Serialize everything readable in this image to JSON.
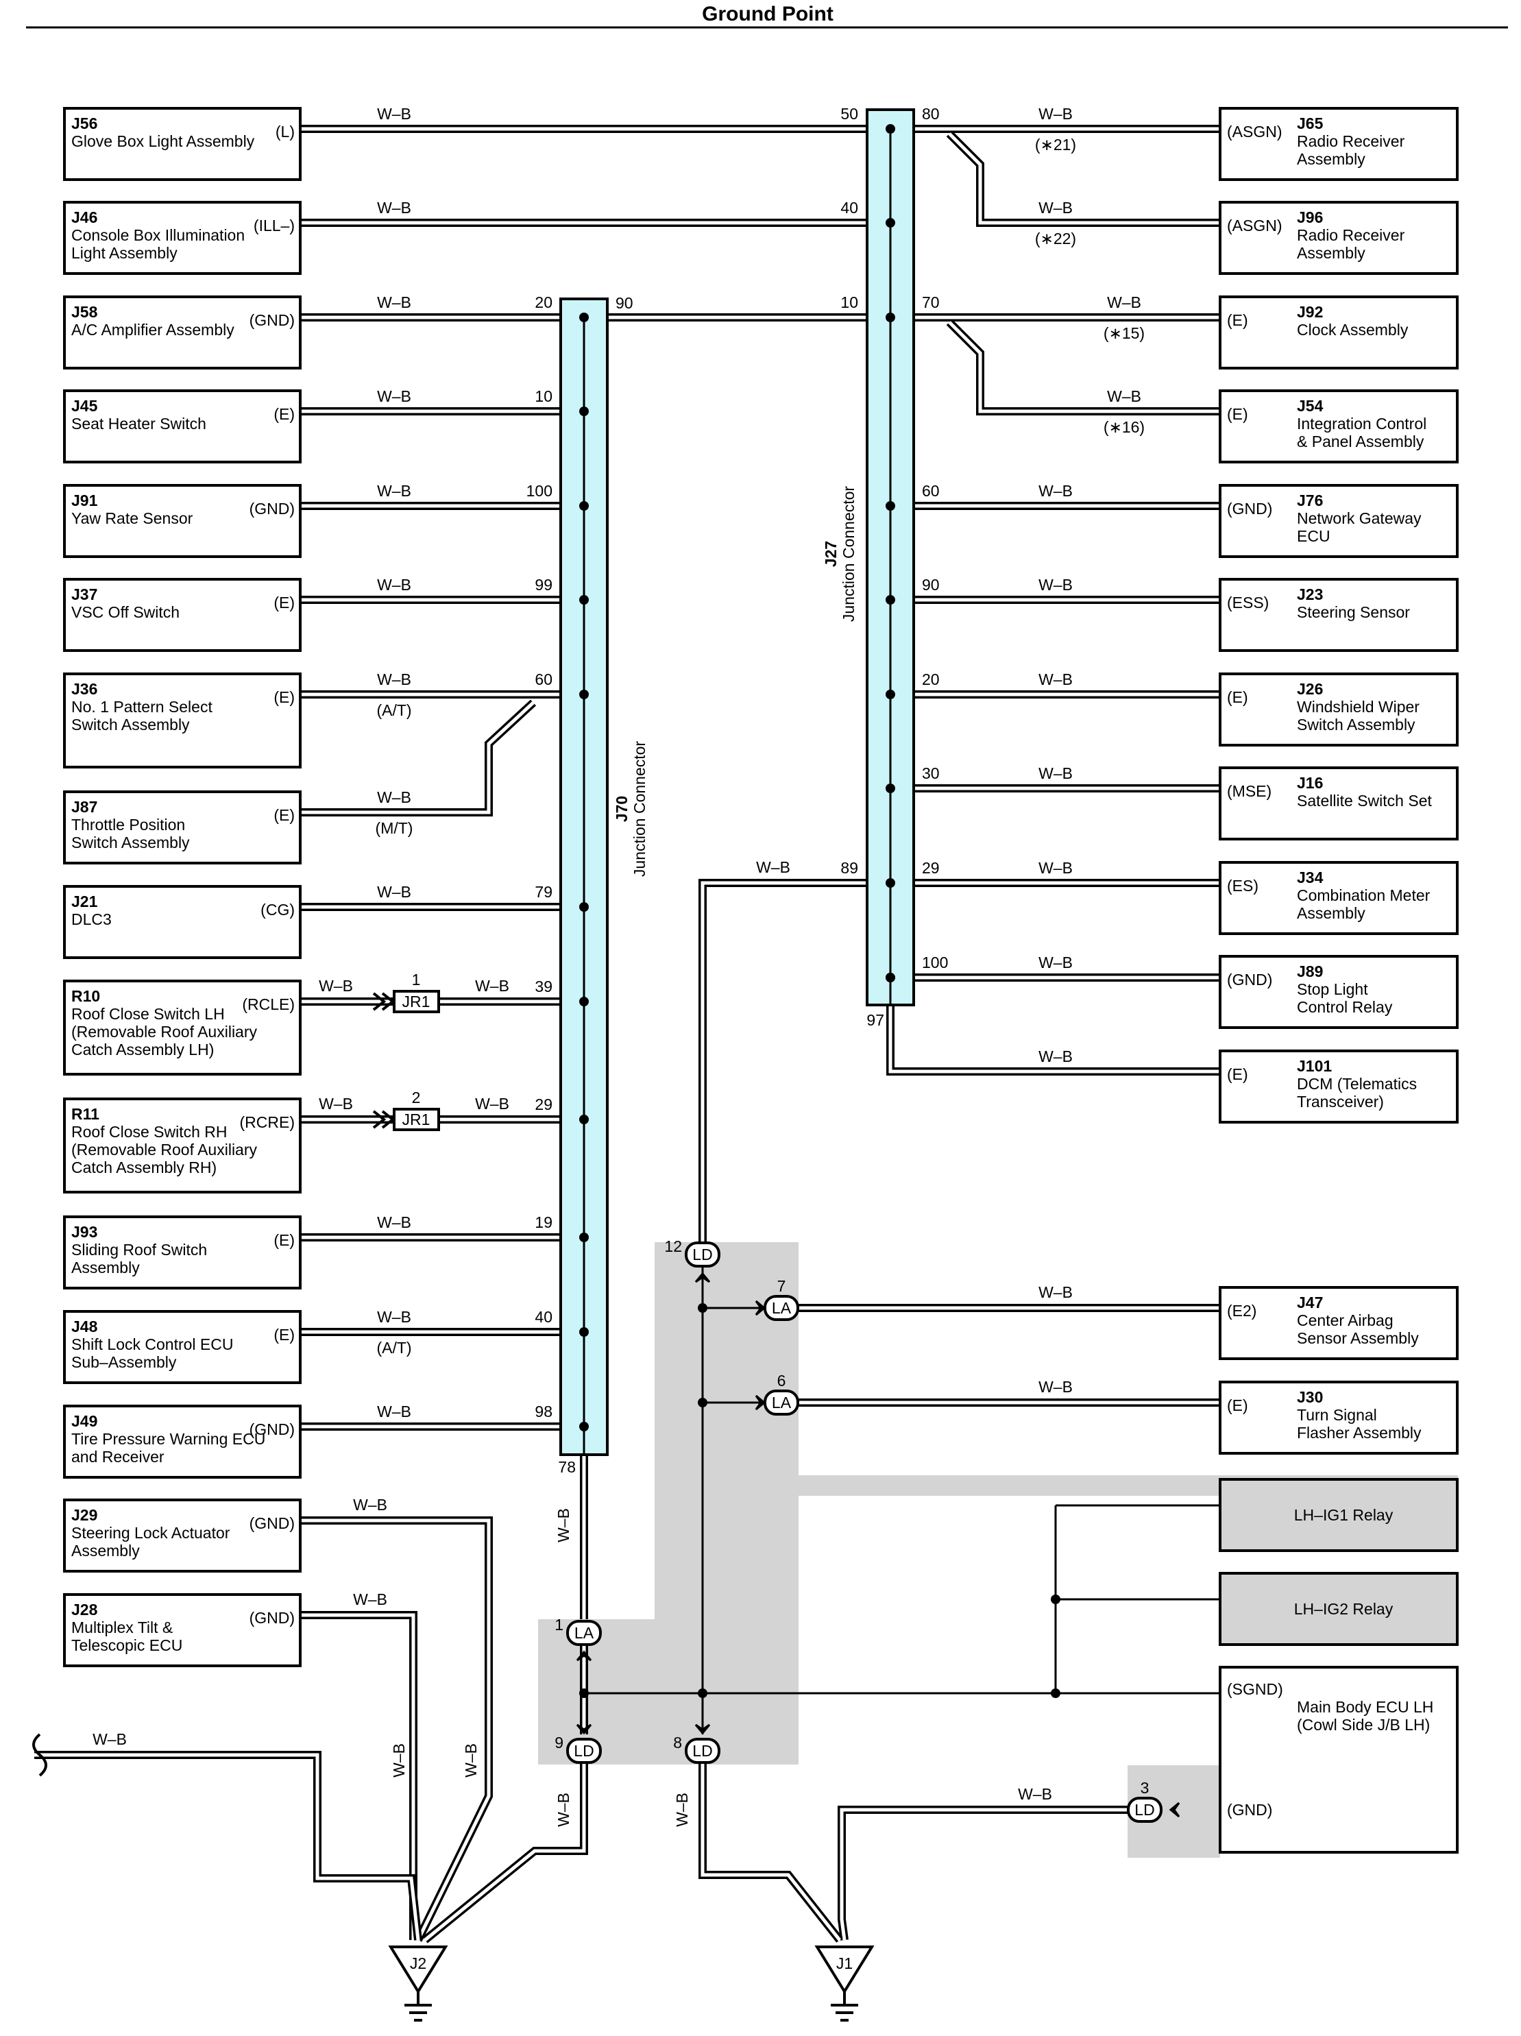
{
  "title": "Ground Point",
  "wire_label": "W–B",
  "left_components": [
    {
      "code": "J56",
      "name": [
        "Glove Box Light Assembly"
      ],
      "term": "(L)",
      "pin": "",
      "note": ""
    },
    {
      "code": "J46",
      "name": [
        "Console Box Illumination",
        "Light Assembly"
      ],
      "term": "(ILL–)",
      "pin": "",
      "note": ""
    },
    {
      "code": "J58",
      "name": [
        "A/C Amplifier Assembly"
      ],
      "term": "(GND)",
      "pin": "20",
      "note": ""
    },
    {
      "code": "J45",
      "name": [
        "Seat Heater Switch"
      ],
      "term": "(E)",
      "pin": "10",
      "note": ""
    },
    {
      "code": "J91",
      "name": [
        "Yaw Rate Sensor"
      ],
      "term": "(GND)",
      "pin": "100",
      "note": ""
    },
    {
      "code": "J37",
      "name": [
        "VSC Off Switch"
      ],
      "term": "(E)",
      "pin": "99",
      "note": ""
    },
    {
      "code": "J36",
      "name": [
        "No.  1 Pattern Select",
        "Switch Assembly"
      ],
      "term": "(E)",
      "pin": "60",
      "note": "(A/T)"
    },
    {
      "code": "J87",
      "name": [
        "Throttle Position",
        "Switch Assembly"
      ],
      "term": "(E)",
      "pin": "",
      "note": "(M/T)"
    },
    {
      "code": "J21",
      "name": [
        "DLC3"
      ],
      "term": "(CG)",
      "pin": "79",
      "note": ""
    },
    {
      "code": "R10",
      "name": [
        "Roof Close Switch LH",
        "(Removable Roof Auxiliary",
        " Catch Assembly LH)"
      ],
      "term": "(RCLE)",
      "pin": "39",
      "note": ""
    },
    {
      "code": "R11",
      "name": [
        "Roof Close Switch RH",
        "(Removable Roof Auxiliary",
        " Catch Assembly RH)"
      ],
      "term": "(RCRE)",
      "pin": "29",
      "note": ""
    },
    {
      "code": "J93",
      "name": [
        "Sliding Roof Switch",
        "Assembly"
      ],
      "term": "(E)",
      "pin": "19",
      "note": ""
    },
    {
      "code": "J48",
      "name": [
        "Shift Lock Control ECU",
        "Sub–Assembly"
      ],
      "term": "(E)",
      "pin": "40",
      "note": "(A/T)"
    },
    {
      "code": "J49",
      "name": [
        "Tire Pressure Warning ECU",
        "and Receiver"
      ],
      "term": "(GND)",
      "pin": "98",
      "note": ""
    },
    {
      "code": "J29",
      "name": [
        "Steering Lock Actuator",
        "Assembly"
      ],
      "term": "(GND)",
      "pin": "",
      "note": ""
    },
    {
      "code": "J28",
      "name": [
        "Multiplex Tilt &",
        "Telescopic ECU"
      ],
      "term": "(GND)",
      "pin": "",
      "note": ""
    }
  ],
  "right_components": [
    {
      "code": "J65",
      "name": [
        "Radio Receiver",
        "Assembly"
      ],
      "term": "(ASGN)",
      "pin": "80",
      "note": "(∗21)"
    },
    {
      "code": "J96",
      "name": [
        "Radio Receiver",
        "Assembly"
      ],
      "term": "(ASGN)",
      "pin": "",
      "note": "(∗22)"
    },
    {
      "code": "J92",
      "name": [
        "Clock Assembly"
      ],
      "term": "(E)",
      "pin": "70",
      "note": "(∗15)"
    },
    {
      "code": "J54",
      "name": [
        "Integration Control",
        "& Panel Assembly"
      ],
      "term": "(E)",
      "pin": "",
      "note": "(∗16)"
    },
    {
      "code": "J76",
      "name": [
        "Network Gateway",
        "ECU"
      ],
      "term": "(GND)",
      "pin": "60",
      "note": ""
    },
    {
      "code": "J23",
      "name": [
        "Steering Sensor"
      ],
      "term": "(ESS)",
      "pin": "90",
      "note": ""
    },
    {
      "code": "J26",
      "name": [
        "Windshield Wiper",
        "Switch Assembly"
      ],
      "term": "(E)",
      "pin": "20",
      "note": ""
    },
    {
      "code": "J16",
      "name": [
        "Satellite Switch Set"
      ],
      "term": "(MSE)",
      "pin": "30",
      "note": ""
    },
    {
      "code": "J34",
      "name": [
        "Combination Meter",
        "Assembly"
      ],
      "term": "(ES)",
      "pin": "29",
      "note": ""
    },
    {
      "code": "J89",
      "name": [
        "Stop Light",
        "Control Relay"
      ],
      "term": "(GND)",
      "pin": "100",
      "note": ""
    },
    {
      "code": "J101",
      "name": [
        "DCM (Telematics",
        "Transceiver)"
      ],
      "term": "(E)",
      "pin": "",
      "note": ""
    },
    {
      "code": "J47",
      "name": [
        "Center Airbag",
        "Sensor Assembly"
      ],
      "term": "(E2)",
      "pin": "",
      "note": ""
    },
    {
      "code": "J30",
      "name": [
        "Turn Signal",
        "Flasher Assembly"
      ],
      "term": "(E)",
      "pin": "",
      "note": ""
    }
  ],
  "relays": [
    "LH–IG1 Relay",
    "LH–IG2 Relay"
  ],
  "main_body": {
    "name": [
      "Main Body ECU LH",
      "(Cowl Side J/B LH)"
    ],
    "term_sgnd": "(SGND)",
    "term_gnd": "(GND)"
  },
  "j70": {
    "code": "J70",
    "name": "Junction Connector",
    "pin_90": "90",
    "pin_78": "78"
  },
  "j27": {
    "code": "J27",
    "name": "Junction Connector",
    "pin_50": "50",
    "pin_40": "40",
    "pin_10": "10",
    "pin_89": "89",
    "pin_97": "97"
  },
  "jr1": {
    "label": "JR1",
    "pin1": "1",
    "pin2": "2"
  },
  "connectors": [
    {
      "label": "LD",
      "pin": "12"
    },
    {
      "label": "LA",
      "pin": "7"
    },
    {
      "label": "LA",
      "pin": "6"
    },
    {
      "label": "LA",
      "pin": "1"
    },
    {
      "label": "LD",
      "pin": "9"
    },
    {
      "label": "LD",
      "pin": "8"
    },
    {
      "label": "LD",
      "pin": "3"
    }
  ],
  "grounds": [
    "J2",
    "J1"
  ],
  "colors": {
    "connector_fill": "#ccf5fa",
    "shade": "#d4d4d4",
    "relay_fill": "#d4d4d4",
    "line": "#000000"
  }
}
